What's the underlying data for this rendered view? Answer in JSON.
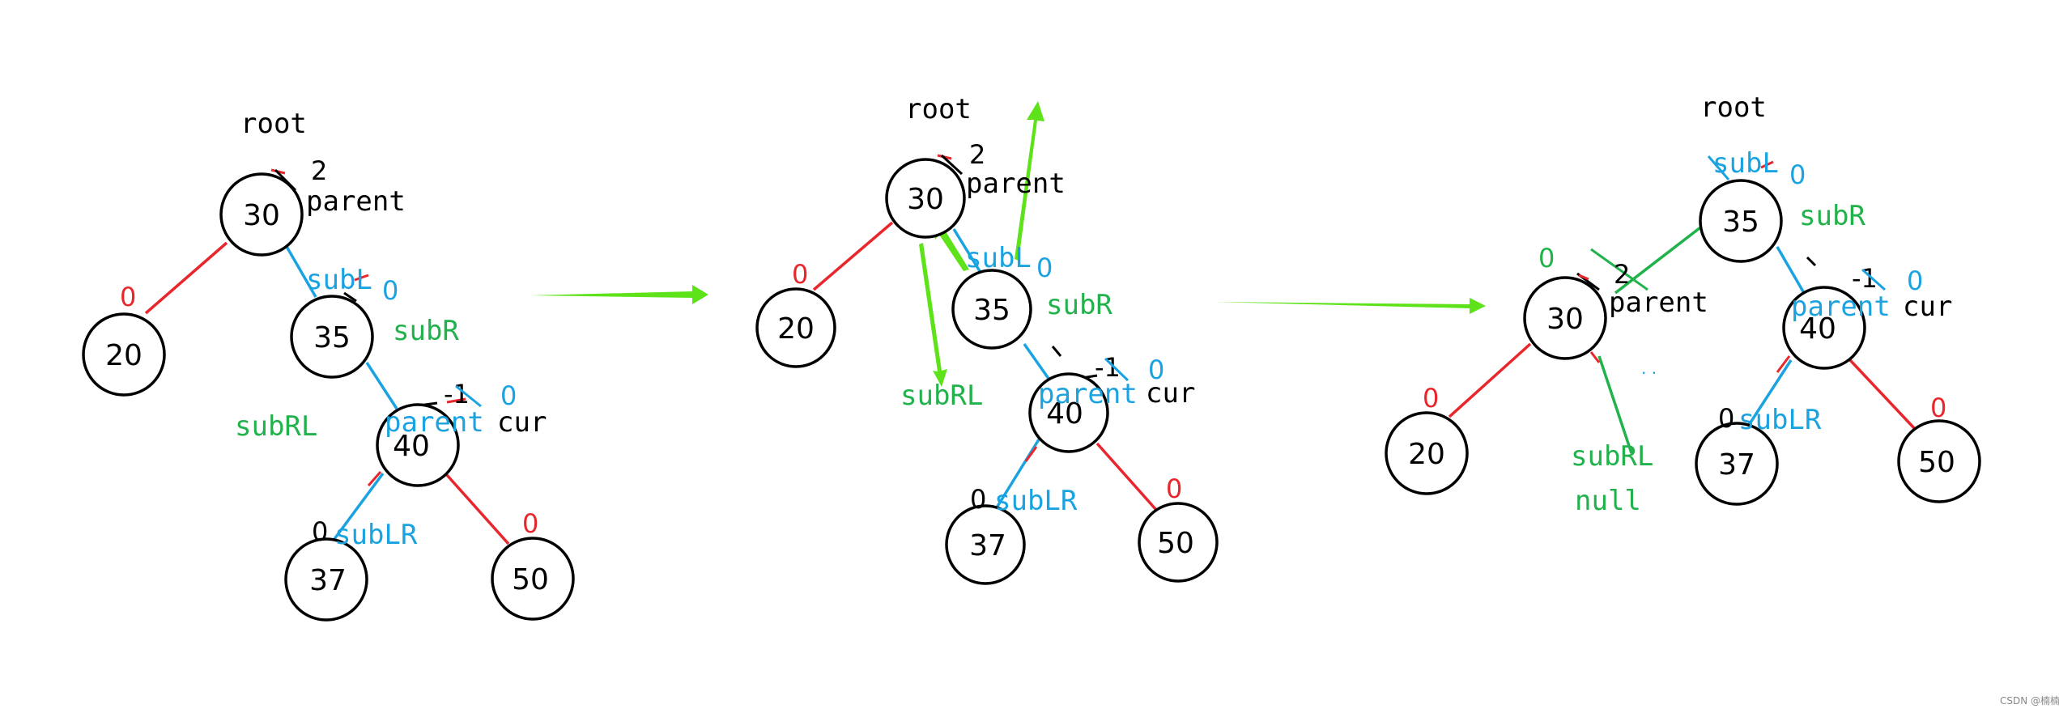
{
  "colors": {
    "red": "#e8262b",
    "blue": "#1aa3e0",
    "green": "#22b24c",
    "arrow_green": "#5ee21a",
    "black": "#000000"
  },
  "panel1": {
    "nodes": {
      "n30": "30",
      "n20": "20",
      "n35": "35",
      "n40": "40",
      "n37": "37",
      "n50": "50"
    },
    "labels": {
      "root": "root",
      "parent": "parent",
      "subL": "subL",
      "subR": "subR",
      "subRL": "subRL",
      "parent2": "parent",
      "cur": "cur",
      "subLR": "subLR"
    },
    "bf": {
      "n30": "2",
      "n20": "0",
      "n35": "0",
      "n40_old": "-1",
      "n40_new": "0",
      "n37": "0",
      "n50": "0"
    }
  },
  "panel2": {
    "nodes": {
      "n30": "30",
      "n20": "20",
      "n35": "35",
      "n40": "40",
      "n37": "37",
      "n50": "50"
    },
    "labels": {
      "root": "root",
      "parent": "parent",
      "subL": "subL",
      "subR": "subR",
      "subRL": "subRL",
      "parent2": "parent",
      "cur": "cur",
      "subLR": "subLR"
    },
    "bf": {
      "n30": "2",
      "n20": "0",
      "n35": "0",
      "n40_old": "-1",
      "n40_new": "0",
      "n37": "0",
      "n50": "0"
    }
  },
  "panel3": {
    "nodes": {
      "n35": "35",
      "n30": "30",
      "n40": "40",
      "n20": "20",
      "n37": "37",
      "n50": "50"
    },
    "labels": {
      "root": "root",
      "subL": "subL",
      "subR": "subR",
      "parent": "parent",
      "parent2": "parent",
      "cur": "cur",
      "subRL": "subRL",
      "null": "null",
      "subLR": "subLR",
      "dots": ". ."
    },
    "bf": {
      "n35": "0",
      "n30_new": "0",
      "n30_old": "2",
      "n40_old": "-1",
      "n40_new": "0",
      "n20": "0",
      "n37": "0",
      "n50": "0"
    }
  },
  "watermark": "CSDN @楠楠"
}
